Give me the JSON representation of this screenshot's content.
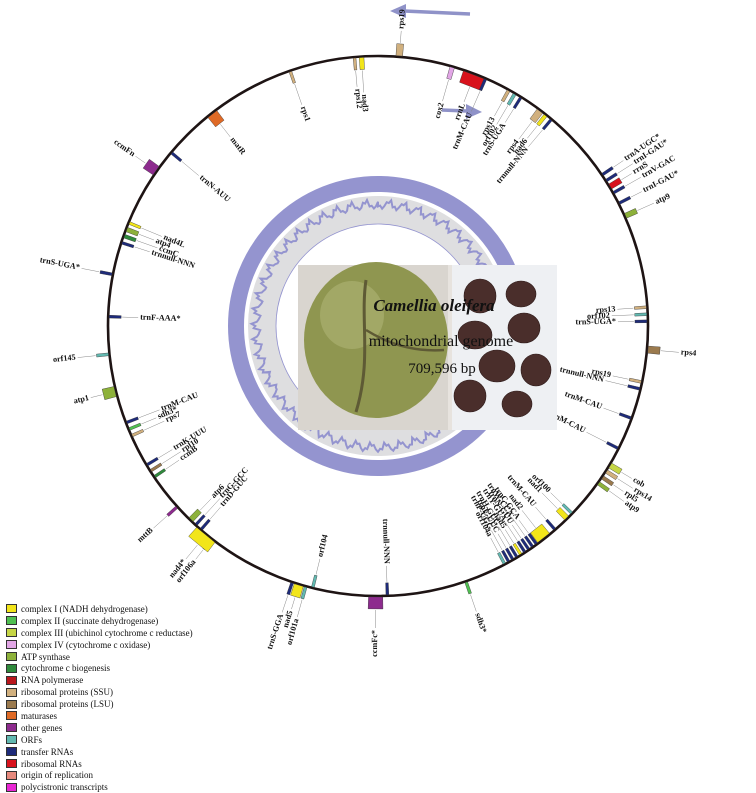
{
  "title": {
    "species": "Camellia oleifera",
    "subtitle": "mitochondrial genome",
    "size": "709,596 bp"
  },
  "colors": {
    "ring": "#1e1414",
    "gc": "#9494cf",
    "gc_inner": "#dedee0",
    "arrow": "#8f92c8"
  },
  "legend": [
    {
      "label": "complex I (NADH dehydrogenase)",
      "color": "#f2e51a"
    },
    {
      "label": "complex II (succinate dehydrogenase)",
      "color": "#4fbf50"
    },
    {
      "label": "complex III (ubichinol cytochrome c reductase)",
      "color": "#c6d646"
    },
    {
      "label": "complex IV (cytochrome c oxidase)",
      "color": "#e2a6e6"
    },
    {
      "label": "ATP synthase",
      "color": "#8db13a"
    },
    {
      "label": "cytochrome c biogenesis",
      "color": "#2f8a3c"
    },
    {
      "label": "RNA polymerase",
      "color": "#b8161c"
    },
    {
      "label": "ribosomal proteins (SSU)",
      "color": "#d1b07e"
    },
    {
      "label": "ribosomal proteins (LSU)",
      "color": "#9b7a4e"
    },
    {
      "label": "maturases",
      "color": "#df6a26"
    },
    {
      "label": "other genes",
      "color": "#8d2b8e"
    },
    {
      "label": "ORFs",
      "color": "#62b9b1"
    },
    {
      "label": "transfer RNAs",
      "color": "#1e2b7a"
    },
    {
      "label": "ribosomal RNAs",
      "color": "#d8121c"
    },
    {
      "label": "origin of replication",
      "color": "#e6897d"
    },
    {
      "label": "polycistronic transcripts",
      "color": "#e826d3"
    }
  ],
  "genes": [
    {
      "label": "rps19",
      "angle": 4.5,
      "color": "#d1b07e",
      "strand": "out",
      "width": 1.4
    },
    {
      "label": "cox2",
      "angle": 16,
      "color": "#e2a6e6",
      "strand": "in",
      "width": 1
    },
    {
      "label": "rrnL",
      "angle": 21,
      "color": "#d8121c",
      "strand": "in",
      "width": 5
    },
    {
      "label": "trnM-CAU",
      "angle": 23.5,
      "color": "#1e2b7a",
      "strand": "in",
      "width": 0.6
    },
    {
      "label": "rps13",
      "angle": 29,
      "color": "#d1b07e",
      "strand": "in",
      "width": 0.7
    },
    {
      "label": "orf102",
      "angle": 30.5,
      "color": "#62b9b1",
      "strand": "in",
      "width": 0.7
    },
    {
      "label": "trnS-UGA",
      "angle": 32,
      "color": "#1e2b7a",
      "strand": "in",
      "width": 0.6
    },
    {
      "label": "rps4",
      "angle": 37,
      "color": "#d1b07e",
      "strand": "in",
      "width": 1.5
    },
    {
      "label": "nad6",
      "angle": 38.5,
      "color": "#f2e51a",
      "strand": "in",
      "width": 0.8
    },
    {
      "label": "trnnull-NNN",
      "angle": 40,
      "color": "#1e2b7a",
      "strand": "in",
      "width": 0.6
    },
    {
      "label": "trnA-UGC*",
      "angle": 56,
      "color": "#1e2b7a",
      "strand": "out",
      "width": 0.6
    },
    {
      "label": "trnI-GAU*",
      "angle": 57.5,
      "color": "#1e2b7a",
      "strand": "out",
      "width": 0.6
    },
    {
      "label": "rrnS",
      "angle": 59,
      "color": "#d8121c",
      "strand": "out",
      "width": 1.2
    },
    {
      "label": "trnV-GAC",
      "angle": 60.5,
      "color": "#1e2b7a",
      "strand": "out",
      "width": 0.6
    },
    {
      "label": "trnI-GAU*",
      "angle": 63,
      "color": "#1e2b7a",
      "strand": "out",
      "width": 0.6
    },
    {
      "label": "atp9",
      "angle": 66,
      "color": "#8db13a",
      "strand": "out",
      "width": 1.1
    },
    {
      "label": "rps13",
      "angle": 86,
      "color": "#d1b07e",
      "strand": "in",
      "width": 0.6
    },
    {
      "label": "orf102",
      "angle": 87.5,
      "color": "#62b9b1",
      "strand": "in",
      "width": 0.6
    },
    {
      "label": "trnS-UGA*",
      "angle": 89,
      "color": "#1e2b7a",
      "strand": "in",
      "width": 0.6
    },
    {
      "label": "rps4",
      "angle": 95,
      "color": "#9b7a4e",
      "strand": "out",
      "width": 1.5
    },
    {
      "label": "rps19",
      "angle": 102,
      "color": "#d1b07e",
      "strand": "in",
      "width": 0.6
    },
    {
      "label": "trnnull-NNN",
      "angle": 103.5,
      "color": "#1e2b7a",
      "strand": "in",
      "width": 0.6
    },
    {
      "label": "trnM-CAU",
      "angle": 110,
      "color": "#1e2b7a",
      "strand": "in",
      "width": 0.6
    },
    {
      "label": "trnM-CAU",
      "angle": 117,
      "color": "#1e2b7a",
      "strand": "in",
      "width": 0.6
    },
    {
      "label": "cob",
      "angle": 121,
      "color": "#c6d646",
      "strand": "out",
      "width": 1.2
    },
    {
      "label": "rps14",
      "angle": 122.5,
      "color": "#d1b07e",
      "strand": "out",
      "width": 0.8
    },
    {
      "label": "rpl5",
      "angle": 124,
      "color": "#9b7a4e",
      "strand": "out",
      "width": 0.8
    },
    {
      "label": "atp9",
      "angle": 125.5,
      "color": "#8db13a",
      "strand": "out",
      "width": 0.8
    },
    {
      "label": "orf100",
      "angle": 134,
      "color": "#62b9b1",
      "strand": "in",
      "width": 0.6
    },
    {
      "label": "nad1",
      "angle": 135.5,
      "color": "#f2e51a",
      "strand": "in",
      "width": 1.2
    },
    {
      "label": "trnM-CAU",
      "angle": 139,
      "color": "#1e2b7a",
      "strand": "in",
      "width": 0.6
    },
    {
      "label": "nad2",
      "angle": 142,
      "color": "#f2e51a",
      "strand": "in",
      "width": 3.2
    },
    {
      "label": "trnC-GCA",
      "angle": 144,
      "color": "#1e2b7a",
      "strand": "in",
      "width": 0.6
    },
    {
      "label": "trnW-CCA",
      "angle": 145,
      "color": "#1e2b7a",
      "strand": "in",
      "width": 0.6
    },
    {
      "label": "trnN-GUU",
      "angle": 146,
      "color": "#1e2b7a",
      "strand": "in",
      "width": 0.6
    },
    {
      "label": "trnY-GUA",
      "angle": 147,
      "color": "#1e2b7a",
      "strand": "in",
      "width": 0.6
    },
    {
      "label": "nad5",
      "angle": 148,
      "color": "#f2e51a",
      "strand": "in",
      "width": 0.6
    },
    {
      "label": "trnH-GUG",
      "angle": 149,
      "color": "#1e2b7a",
      "strand": "in",
      "width": 0.6
    },
    {
      "label": "trnE-UUC",
      "angle": 150,
      "color": "#1e2b7a",
      "strand": "in",
      "width": 0.6
    },
    {
      "label": "trnP-UGG",
      "angle": 151,
      "color": "#1e2b7a",
      "strand": "in",
      "width": 0.6
    },
    {
      "label": "orf104a",
      "angle": 152,
      "color": "#62b9b1",
      "strand": "in",
      "width": 0.6
    },
    {
      "label": "sdh3*",
      "angle": 161,
      "color": "#4fbf50",
      "strand": "out",
      "width": 0.6
    },
    {
      "label": "trnnull-NNN",
      "angle": 178,
      "color": "#1e2b7a",
      "strand": "in",
      "width": 0.6
    },
    {
      "label": "ccmFc*",
      "angle": 180.5,
      "color": "#8d2b8e",
      "strand": "out",
      "width": 3
    },
    {
      "label": "orf104",
      "angle": 194,
      "color": "#62b9b1",
      "strand": "in",
      "width": 0.6
    },
    {
      "label": "orf101a",
      "angle": 195.5,
      "color": "#62b9b1",
      "strand": "out",
      "width": 0.6
    },
    {
      "label": "nad5",
      "angle": 197,
      "color": "#f2e51a",
      "strand": "out",
      "width": 2
    },
    {
      "label": "trnS-GGA",
      "angle": 198.5,
      "color": "#1e2b7a",
      "strand": "out",
      "width": 0.6
    },
    {
      "label": "orf106a",
      "angle": 218,
      "color": "#62b9b1",
      "strand": "out",
      "width": 0.6
    },
    {
      "label": "nad4*",
      "angle": 219.5,
      "color": "#f2e51a",
      "strand": "out",
      "width": 5
    },
    {
      "label": "trnD-GUC",
      "angle": 221,
      "color": "#1e2b7a",
      "strand": "in",
      "width": 0.6
    },
    {
      "label": "trnG-GCC",
      "angle": 222.5,
      "color": "#1e2b7a",
      "strand": "in",
      "width": 0.6
    },
    {
      "label": "atp6",
      "angle": 224,
      "color": "#8db13a",
      "strand": "in",
      "width": 1.2
    },
    {
      "label": "mttB",
      "angle": 228,
      "color": "#8d2b8e",
      "strand": "out",
      "width": 0.6
    },
    {
      "label": "ccmB",
      "angle": 236,
      "color": "#2f8a3c",
      "strand": "in",
      "width": 0.6
    },
    {
      "label": "rpl10",
      "angle": 237.5,
      "color": "#9b7a4e",
      "strand": "in",
      "width": 0.6
    },
    {
      "label": "trnK-UUU",
      "angle": 239,
      "color": "#1e2b7a",
      "strand": "in",
      "width": 0.6
    },
    {
      "label": "rps7",
      "angle": 246,
      "color": "#d1b07e",
      "strand": "in",
      "width": 0.6
    },
    {
      "label": "sdh3*",
      "angle": 247.5,
      "color": "#4fbf50",
      "strand": "in",
      "width": 0.6
    },
    {
      "label": "trnM-CAU",
      "angle": 249,
      "color": "#1e2b7a",
      "strand": "in",
      "width": 0.6
    },
    {
      "label": "atp1",
      "angle": 256,
      "color": "#8db13a",
      "strand": "out",
      "width": 2.2
    },
    {
      "label": "orf145",
      "angle": 264,
      "color": "#62b9b1",
      "strand": "out",
      "width": 0.6
    },
    {
      "label": "trnF-AAA*",
      "angle": 272,
      "color": "#1e2b7a",
      "strand": "in",
      "width": 0.6
    },
    {
      "label": "trnS-UGA*",
      "angle": 281,
      "color": "#1e2b7a",
      "strand": "out",
      "width": 0.6
    },
    {
      "label": "trnnull-NNN",
      "angle": 288,
      "color": "#1e2b7a",
      "strand": "in",
      "width": 0.6
    },
    {
      "label": "ccmC",
      "angle": 289.5,
      "color": "#2f8a3c",
      "strand": "in",
      "width": 0.8
    },
    {
      "label": "atp4",
      "angle": 291,
      "color": "#8db13a",
      "strand": "in",
      "width": 1
    },
    {
      "label": "nad4L",
      "angle": 292.5,
      "color": "#f2e51a",
      "strand": "in",
      "width": 0.6
    },
    {
      "label": "ccmFn",
      "angle": 305,
      "color": "#8d2b8e",
      "strand": "out",
      "width": 2.2
    },
    {
      "label": "trnN-AUU",
      "angle": 310,
      "color": "#1e2b7a",
      "strand": "in",
      "width": 0.6
    },
    {
      "label": "matR",
      "angle": 322,
      "color": "#df6a26",
      "strand": "in",
      "width": 2.4
    },
    {
      "label": "rps1",
      "angle": 341,
      "color": "#d1b07e",
      "strand": "in",
      "width": 0.6
    },
    {
      "label": "rps12",
      "angle": 355,
      "color": "#d1b07e",
      "strand": "in",
      "width": 0.6
    },
    {
      "label": "nad3",
      "angle": 356.5,
      "color": "#f2e51a",
      "strand": "in",
      "width": 1
    }
  ]
}
